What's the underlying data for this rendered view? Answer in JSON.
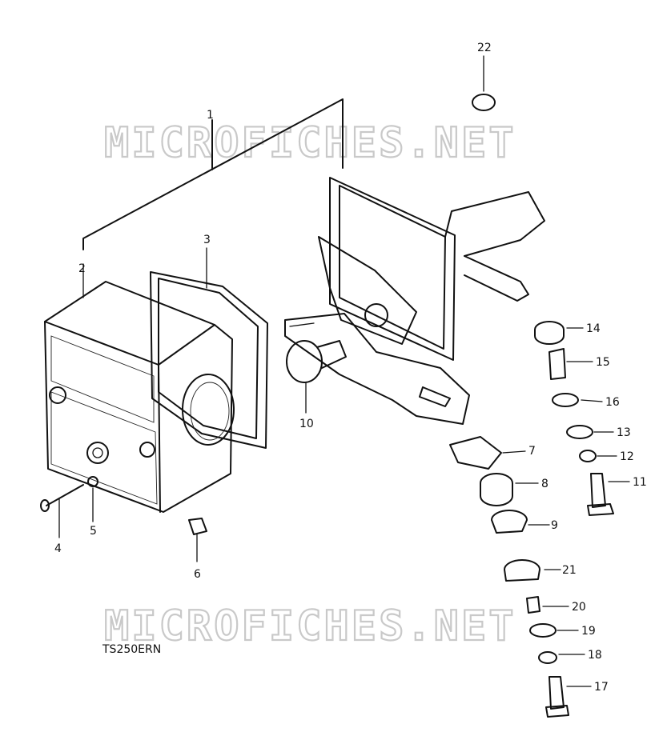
{
  "watermark": {
    "text": "MICROFICHES.NET",
    "color": "#c9c9c9"
  },
  "model": "TS250ERN",
  "parts": [
    "1",
    "2",
    "3",
    "4",
    "5",
    "6",
    "7",
    "8",
    "9",
    "10",
    "11",
    "12",
    "13",
    "14",
    "15",
    "16",
    "17",
    "18",
    "19",
    "20",
    "21",
    "22"
  ]
}
